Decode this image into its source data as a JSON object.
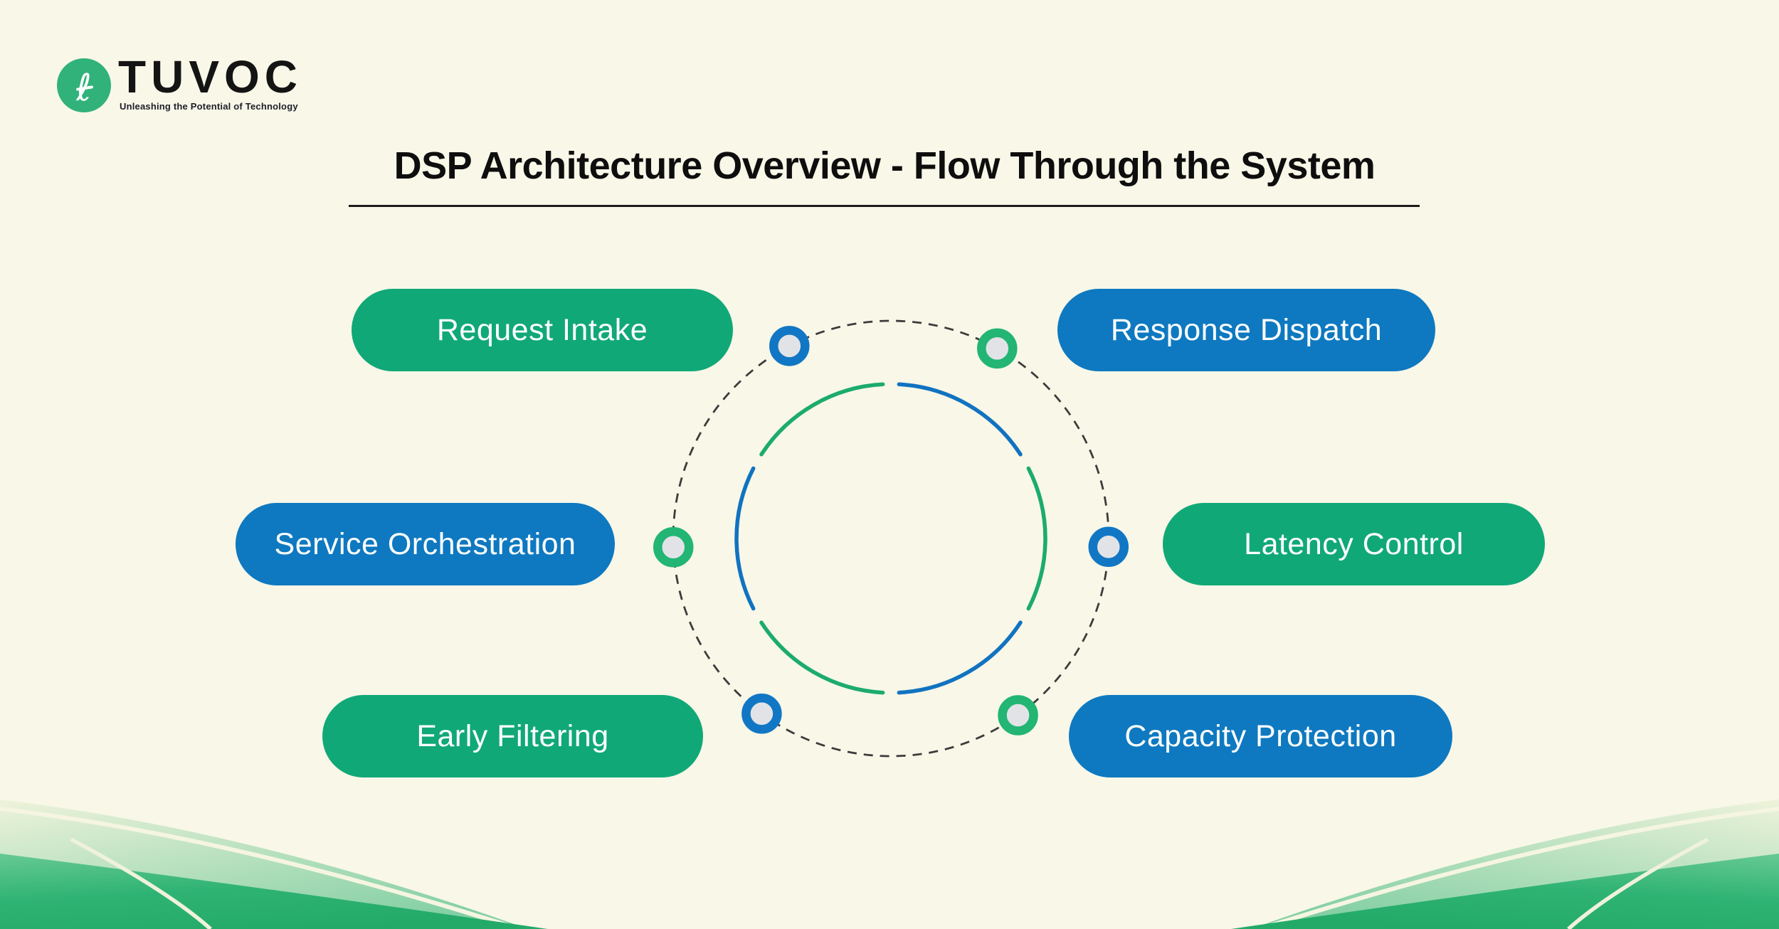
{
  "brand": {
    "name": "TUVOC",
    "tagline": "Unleashing the Potential of Technology",
    "logo_glyph": "ℓ"
  },
  "title": "DSP Architecture Overview - Flow Through the System",
  "colors": {
    "background": "#f8f7e8",
    "pill_green": "#11a878",
    "pill_blue": "#0e79c0",
    "arc_green": "#1cab6e",
    "arc_blue": "#1173c0",
    "node_green": "#22b573",
    "node_blue": "#1177c4",
    "node_center_gray": "#e2e3e7",
    "dashed_ring": "#3c3c3c",
    "title_text": "#0e0e0e",
    "pill_text": "#ffffff",
    "logo_circle_green": "#30b27a",
    "wave_dark_green": "#2bb072",
    "wave_pale_green": "#8ed3ad",
    "wave_stripe_cream": "#f3f4dc"
  },
  "pills": [
    {
      "id": "request-intake",
      "label": "Request Intake",
      "color": "green"
    },
    {
      "id": "response-dispatch",
      "label": "Response Dispatch",
      "color": "blue"
    },
    {
      "id": "service-orchestration",
      "label": "Service Orchestration",
      "color": "blue"
    },
    {
      "id": "latency-control",
      "label": "Latency Control",
      "color": "green"
    },
    {
      "id": "early-filtering",
      "label": "Early Filtering",
      "color": "green"
    },
    {
      "id": "capacity-protection",
      "label": "Capacity Protection",
      "color": "blue"
    }
  ],
  "diagram": {
    "nodes": [
      {
        "position": "right",
        "color": "blue"
      },
      {
        "position": "bottom-right",
        "color": "green"
      },
      {
        "position": "bottom-left",
        "color": "blue"
      },
      {
        "position": "left",
        "color": "green"
      },
      {
        "position": "top-left",
        "color": "blue"
      },
      {
        "position": "top-right",
        "color": "green"
      }
    ],
    "arcs": [
      {
        "position": "top-right",
        "color": "blue"
      },
      {
        "position": "right",
        "color": "green"
      },
      {
        "position": "bottom-right",
        "color": "blue"
      },
      {
        "position": "bottom-left",
        "color": "green"
      },
      {
        "position": "left",
        "color": "blue"
      },
      {
        "position": "top-left",
        "color": "green"
      }
    ]
  }
}
